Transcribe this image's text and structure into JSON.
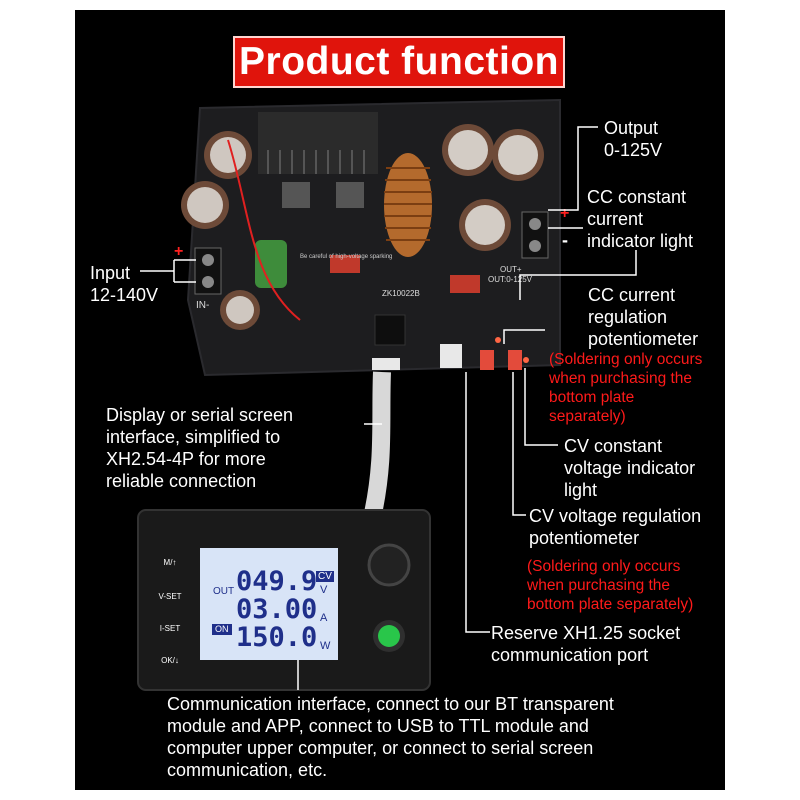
{
  "title": "Product function",
  "labels": {
    "output": "Output\n0-125V",
    "cc_indicator": "CC constant\ncurrent\nindicator light",
    "input": "Input\n12-140V",
    "cc_pot": "CC current\nregulation\npotentiometer",
    "solder_note_1": "(Soldering only occurs\nwhen purchasing the\nbottom plate\nseparately)",
    "display_interface": "Display or serial screen\ninterface, simplified to\nXH2.54-4P for more\nreliable connection",
    "cv_indicator": "CV constant\nvoltage indicator\nlight",
    "cv_pot": "CV voltage regulation\npotentiometer",
    "solder_note_2": "(Soldering only occurs\nwhen purchasing the\nbottom plate separately)",
    "reserve_socket": "Reserve XH1.25 socket\ncommunication port",
    "comm_interface": "Communication interface, connect to our BT transparent\nmodule and APP, connect to USB to TTL module and\ncomputer upper computer, or connect to serial screen\ncommunication, etc."
  },
  "board": {
    "model": "ZK10022B",
    "out_marking": "OUT+",
    "out_range": "OUT:0-125V",
    "in_marking": "IN-",
    "warning": "Be careful of high-voltage sparking",
    "plus": "+",
    "minus": "-"
  },
  "display": {
    "buttons": [
      "M/↑",
      "V-SET",
      "I-SET",
      "OK/↓"
    ],
    "out_label": "OUT",
    "on_label": "ON",
    "mode_badge": "CV",
    "voltage": "049.9",
    "voltage_unit": "V",
    "current": "03.00",
    "current_unit": "A",
    "power": "150.0",
    "power_unit": "W"
  },
  "colors": {
    "background": "#000000",
    "title_bg": "#e0140c",
    "note_red": "#ff1a1a",
    "lcd_bg": "#d8e4f7",
    "lcd_digits": "#1f2f8a"
  }
}
